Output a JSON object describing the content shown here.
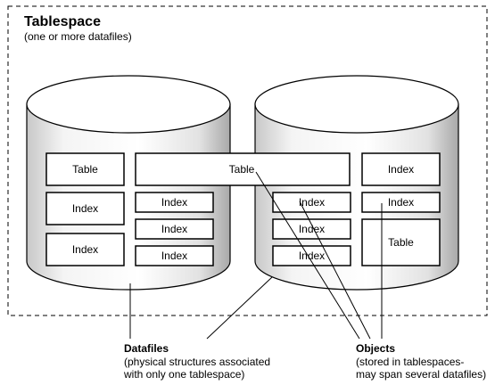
{
  "tablespace": {
    "title": "Tablespace",
    "subtitle": "(one or more datafiles)"
  },
  "datafile1": {
    "boxes": [
      "Table",
      "Index",
      "Index",
      "Index",
      "Index",
      "Index"
    ]
  },
  "spanning_table": {
    "label": "Table"
  },
  "datafile2": {
    "boxes": [
      "Index",
      "Index",
      "Index",
      "Index",
      "Index",
      "Table"
    ]
  },
  "callouts": {
    "datafiles": {
      "title": "Datafiles",
      "line1": "(physical structures associated",
      "line2": "with only one tablespace)"
    },
    "objects": {
      "title": "Objects",
      "line1": "(stored in tablespaces-",
      "line2": "may span several datafiles)"
    }
  }
}
